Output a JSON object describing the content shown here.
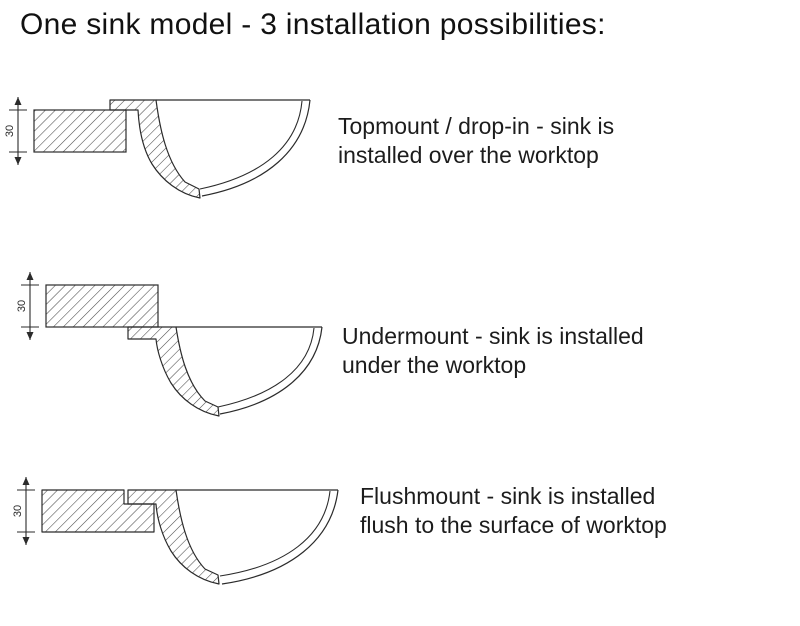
{
  "title": "One sink model - 3 installation possibilities:",
  "rows": [
    {
      "dimension": "30",
      "lines": [
        "Topmount / drop-in - sink is",
        "installed over the worktop"
      ]
    },
    {
      "dimension": "30",
      "lines": [
        "Undermount - sink is installed",
        "under the worktop"
      ]
    },
    {
      "dimension": "30",
      "lines": [
        "Flushmount - sink is installed",
        "flush to the surface of worktop"
      ]
    }
  ]
}
